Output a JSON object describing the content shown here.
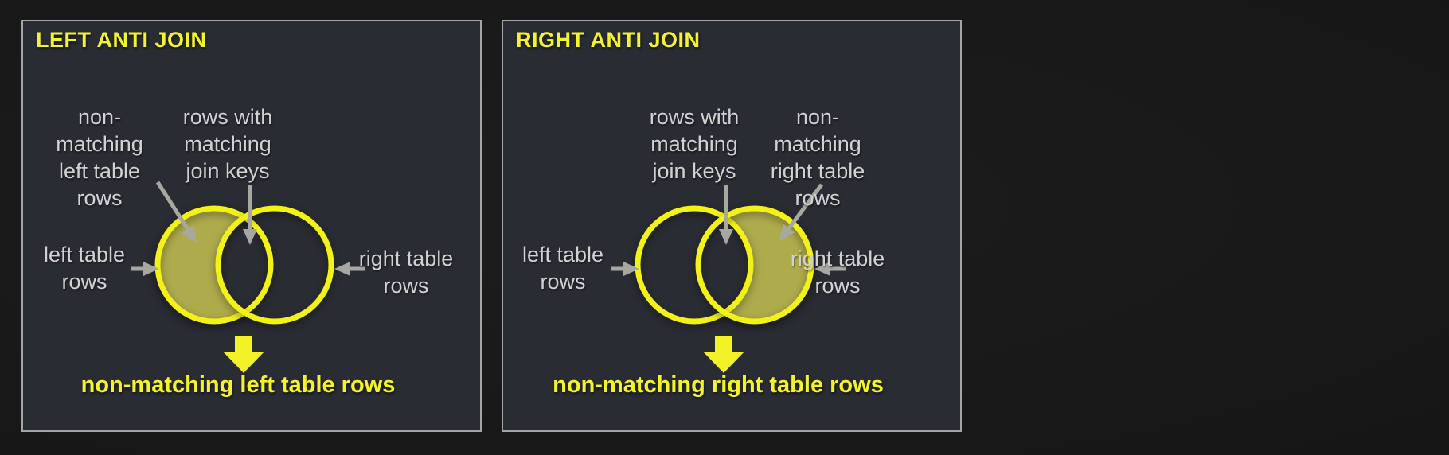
{
  "colors": {
    "background": "#1a1a1a",
    "panel_background": "#2a2c33",
    "panel_border": "#a5a5a5",
    "accent_yellow": "#f3f32e",
    "circle_stroke_yellow": "#f2f218",
    "crescent_fill_olive": "#aeab4c",
    "label_gray": "#d2d2d2",
    "arrow_gray": "#a8a8a1"
  },
  "panels": [
    {
      "title": "LEFT ANTI JOIN",
      "caption": "non-matching left table rows",
      "highlighted_region": "left crescent (left circle minus overlap)",
      "labels": {
        "nonmatching": [
          "non-",
          "matching",
          "left table",
          "rows"
        ],
        "matching": [
          "rows with",
          "matching",
          "join keys"
        ],
        "left_table": [
          "left table",
          "rows"
        ],
        "right_table": [
          "right table",
          "rows"
        ]
      }
    },
    {
      "title": "RIGHT ANTI JOIN",
      "caption": "non-matching right table rows",
      "highlighted_region": "right crescent (right circle minus overlap)",
      "labels": {
        "nonmatching": [
          "non-",
          "matching",
          "right table",
          "rows"
        ],
        "matching": [
          "rows with",
          "matching",
          "join keys"
        ],
        "left_table": [
          "left table",
          "rows"
        ],
        "right_table": [
          "right table",
          "rows"
        ]
      }
    }
  ]
}
